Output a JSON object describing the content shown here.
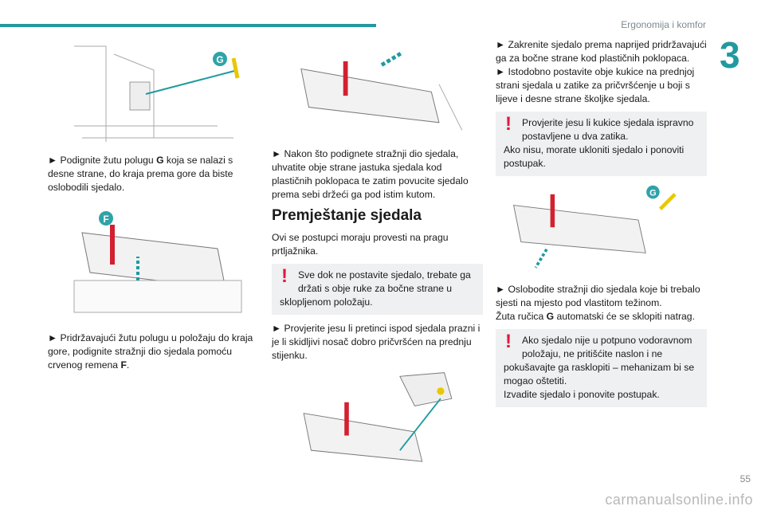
{
  "header": {
    "section": "Ergonomija i komfor",
    "chapter": "3",
    "page": "55"
  },
  "watermark": "carmanualsonline.info",
  "col1": {
    "p1_pre": "► Podignite žutu polugu ",
    "p1_bold": "G",
    "p1_post": " koja se nalazi s desne strane, do kraja prema gore da biste oslobodili sjedalo.",
    "p2_pre": "► Pridržavajući žutu polugu u položaju do kraja gore, podignite stražnji dio sjedala pomoću crvenog remena ",
    "p2_bold": "F",
    "p2_post": ".",
    "label_g": "G",
    "label_f": "F"
  },
  "col2": {
    "p1": "► Nakon što podignete stražnji dio sjedala, uhvatite obje strane jastuka sjedala kod plastičnih poklopaca te zatim povucite sjedalo prema sebi držeći ga pod istim kutom.",
    "heading": "Premještanje sjedala",
    "p2": "Ovi se postupci moraju provesti na pragu prtljažnika.",
    "warn1_first": "Sve dok ne postavite sjedalo, trebate ga držati s obje ruke za bočne strane u",
    "warn1_rest": "sklopljenom položaju.",
    "p3": "► Provjerite jesu li pretinci ispod sjedala prazni i je li skidljivi nosač dobro pričvršćen na prednju stijenku."
  },
  "col3": {
    "p1a": "► Zakrenite sjedalo prema naprijed pridržavajući ga za bočne strane kod plastičnih poklopaca.",
    "p1b": "► Istodobno postavite obje kukice na prednjoj strani sjedala u zatike za pričvršćenje u boji s lijeve i desne strane školjke sjedala.",
    "warn1_first": "Provjerite jesu li kukice sjedala ispravno postavljene u dva zatika.",
    "warn1_rest": "Ako nisu, morate ukloniti sjedalo i ponoviti postupak.",
    "label_g": "G",
    "p2a": "► Oslobodite stražnji dio sjedala koje bi trebalo sjesti na mjesto pod vlastitom težinom.",
    "p2b_pre": "Žuta ručica ",
    "p2b_bold": "G",
    "p2b_post": " automatski će se sklopiti natrag.",
    "warn2_first": "Ako sjedalo nije u potpuno vodoravnom položaju, ne pritišćite naslon i ne",
    "warn2_rest": "pokušavajte ga rasklopiti – mehanizam bi se mogao oštetiti.",
    "warn2_last": "Izvadite sjedalo i ponovite postupak."
  },
  "colors": {
    "accent": "#1f9aa0",
    "warning": "#e3173e",
    "label": "#2fa3a8"
  }
}
